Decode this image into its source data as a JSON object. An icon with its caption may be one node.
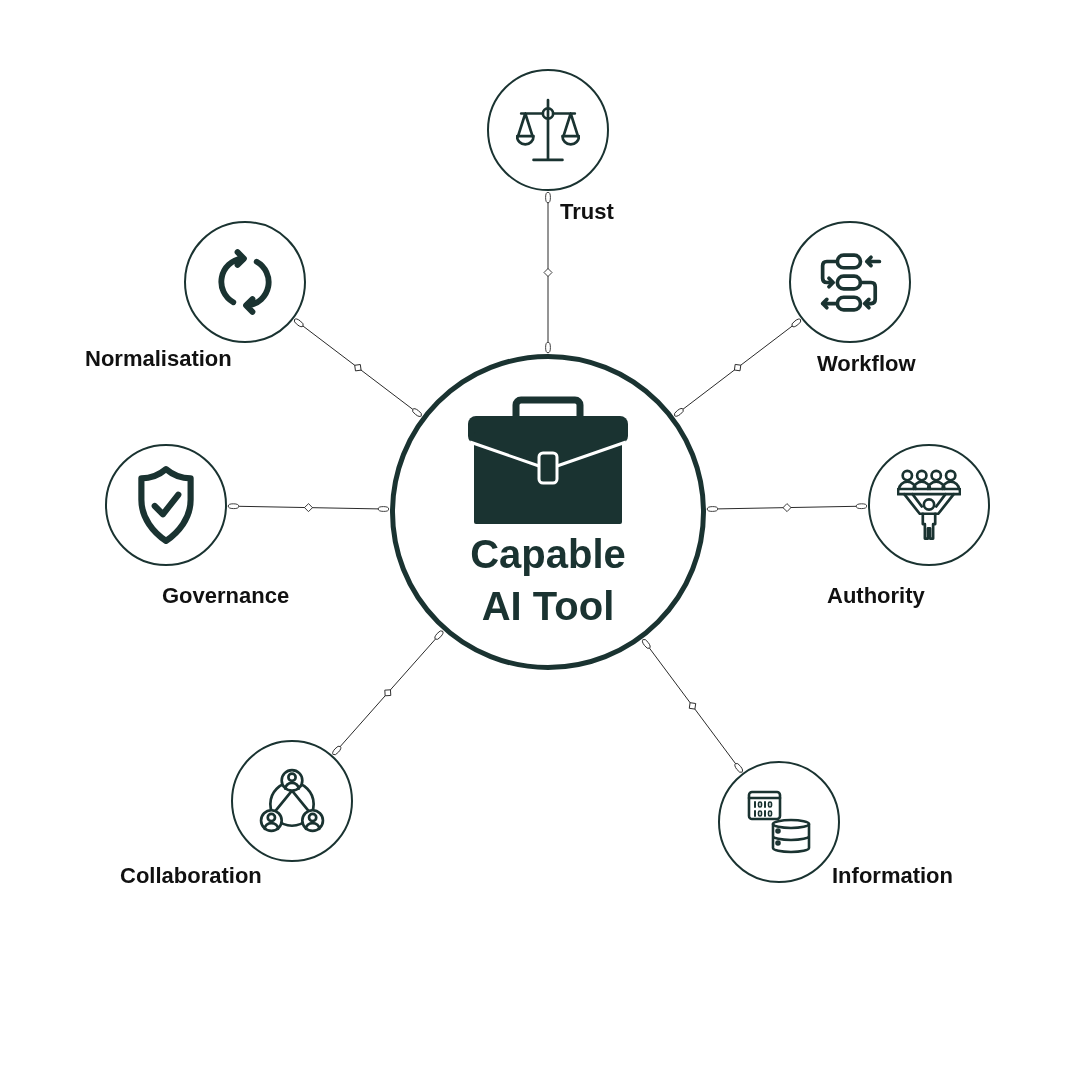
{
  "diagram": {
    "nodes": [
      {
        "text": [
          "Trust"
        ]
      },
      {
        "text": [
          "Normalisation"
        ]
      },
      {
        "text": [
          "Workflow"
        ]
      },
      {
        "text": [
          "Governance"
        ]
      },
      {
        "text": [
          "Capable AI Tool"
        ]
      },
      {
        "text": [
          "Authority"
        ]
      },
      {
        "text": [
          "Collaboration"
        ]
      },
      {
        "text": [
          "Information"
        ]
      }
    ],
    "edges": [
      {
        "from": 4,
        "to": 0,
        "arrow": "other"
      },
      {
        "from": 4,
        "to": 1,
        "arrow": "other"
      },
      {
        "from": 4,
        "to": 2,
        "arrow": "other"
      },
      {
        "from": 4,
        "to": 3,
        "arrow": "other"
      },
      {
        "from": 4,
        "to": 5,
        "arrow": "other"
      },
      {
        "from": 4,
        "to": 6,
        "arrow": "other"
      },
      {
        "from": 4,
        "to": 7,
        "arrow": "other"
      }
    ]
  }
}
